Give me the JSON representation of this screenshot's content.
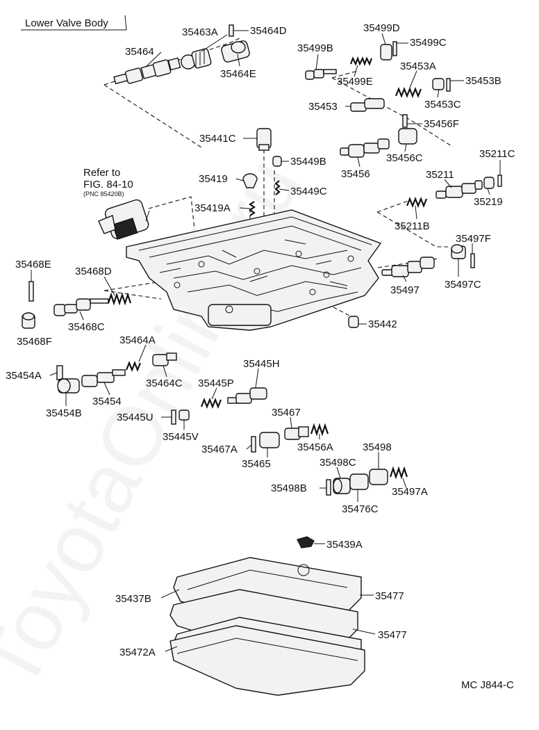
{
  "title": "Lower Valve Body",
  "note": {
    "line1": "Refer to",
    "line2": "FIG. 84-10",
    "line3": "(PNC 85420B)"
  },
  "figure_code": "MC J844-C",
  "watermark": "ToyotaOnline.ru",
  "labels": {
    "p35464D": "35464D",
    "p35463A": "35463A",
    "p35464": "35464",
    "p35464E": "35464E",
    "p35499D": "35499D",
    "p35499C": "35499C",
    "p35499B": "35499B",
    "p35499E": "35499E",
    "p35453A": "35453A",
    "p35453B": "35453B",
    "p35453": "35453",
    "p35453C": "35453C",
    "p35456F": "35456F",
    "p35441C": "35441C",
    "p35449B": "35449B",
    "p35456C": "35456C",
    "p35456": "35456",
    "p35211C": "35211C",
    "p35211": "35211",
    "p35219": "35219",
    "p35419": "35419",
    "p35449C": "35449C",
    "p35419A": "35419A",
    "p35211B": "35211B",
    "p35497F": "35497F",
    "p35468E": "35468E",
    "p35468D": "35468D",
    "p35497": "35497",
    "p35497C": "35497C",
    "p35468C": "35468C",
    "p35442": "35442",
    "p35468F": "35468F",
    "p35464A": "35464A",
    "p35454A": "35454A",
    "p35464C": "35464C",
    "p35445H": "35445H",
    "p35454B": "35454B",
    "p35454": "35454",
    "p35445P": "35445P",
    "p35445U": "35445U",
    "p35445V": "35445V",
    "p35467": "35467",
    "p35467A": "35467A",
    "p35456A": "35456A",
    "p35465": "35465",
    "p35498": "35498",
    "p35498C": "35498C",
    "p35498B": "35498B",
    "p35497A": "35497A",
    "p35476C": "35476C",
    "p35439A": "35439A",
    "p35437B": "35437B",
    "p35477a": "35477",
    "p35477b": "35477",
    "p35472A": "35472A"
  }
}
